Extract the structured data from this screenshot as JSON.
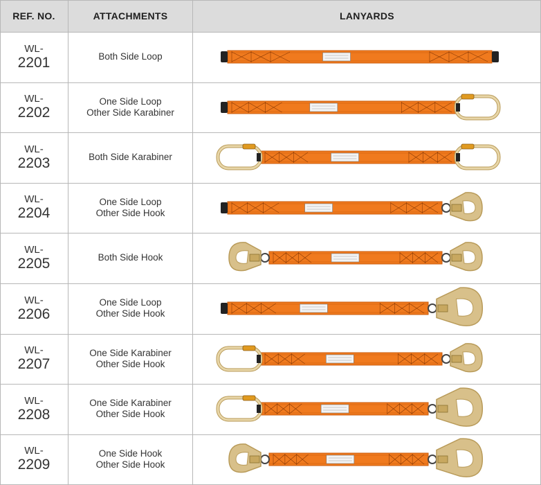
{
  "header": {
    "ref_label": "REF. NO.",
    "attach_label": "ATTACHMENTS",
    "lanyard_label": "LANYARDS"
  },
  "colors": {
    "strap": "#f07a1e",
    "strap_dark": "#c85a0a",
    "metal": "#e8d6a8",
    "metal_dark": "#b89a58",
    "hook": "#d8c08a",
    "header_bg": "#dcdcdc"
  },
  "rows": [
    {
      "prefix": "WL-",
      "number": "2201",
      "line1": "Both Side Loop",
      "line2": "",
      "left": "loop",
      "right": "loop"
    },
    {
      "prefix": "WL-",
      "number": "2202",
      "line1": "One Side Loop",
      "line2": "Other Side Karabiner",
      "left": "loop",
      "right": "karabiner"
    },
    {
      "prefix": "WL-",
      "number": "2203",
      "line1": "Both Side Karabiner",
      "line2": "",
      "left": "karabiner",
      "right": "karabiner"
    },
    {
      "prefix": "WL-",
      "number": "2204",
      "line1": "One Side Loop",
      "line2": "Other Side Hook",
      "left": "loop",
      "right": "hook"
    },
    {
      "prefix": "WL-",
      "number": "2205",
      "line1": "Both Side Hook",
      "line2": "",
      "left": "hook",
      "right": "hook"
    },
    {
      "prefix": "WL-",
      "number": "2206",
      "line1": "One Side Loop",
      "line2": "Other Side Hook",
      "left": "loop",
      "right": "bighook"
    },
    {
      "prefix": "WL-",
      "number": "2207",
      "line1": "One Side Karabiner",
      "line2": "Other Side Hook",
      "left": "karabiner",
      "right": "hook"
    },
    {
      "prefix": "WL-",
      "number": "2208",
      "line1": "One Side Karabiner",
      "line2": "Other Side Hook",
      "left": "karabiner",
      "right": "bighook"
    },
    {
      "prefix": "WL-",
      "number": "2209",
      "line1": "One Side Hook",
      "line2": "Other Side Hook",
      "left": "hook",
      "right": "bighook"
    }
  ]
}
